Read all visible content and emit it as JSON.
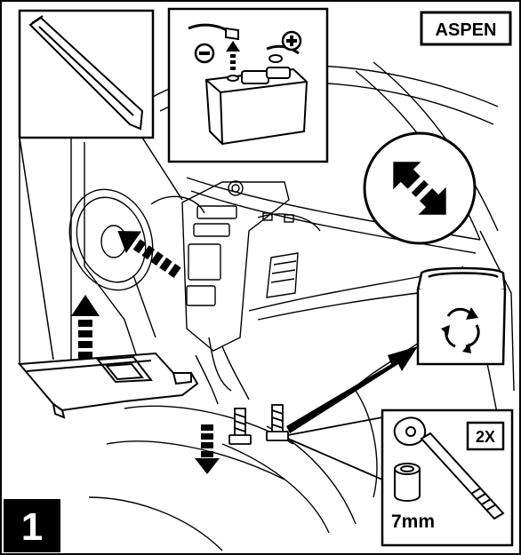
{
  "brand_label": "ASPEN",
  "step_number": "1",
  "quantity_label": "2X",
  "socket_size_label": "7mm",
  "icons": {
    "pry_tool": "trim-panel-removal-tool-icon",
    "battery": "disconnect-negative-battery-terminal-icon",
    "negative": "minus-symbol",
    "positive": "plus-symbol",
    "do_not": "prohibited-slash-icon",
    "recycle_bin": "retain-parts-bin-icon",
    "ratchet": "ratchet-wrench-icon",
    "socket": "socket-icon"
  },
  "colors": {
    "line": "#000000",
    "background": "#ffffff",
    "step_badge": "#000000"
  }
}
